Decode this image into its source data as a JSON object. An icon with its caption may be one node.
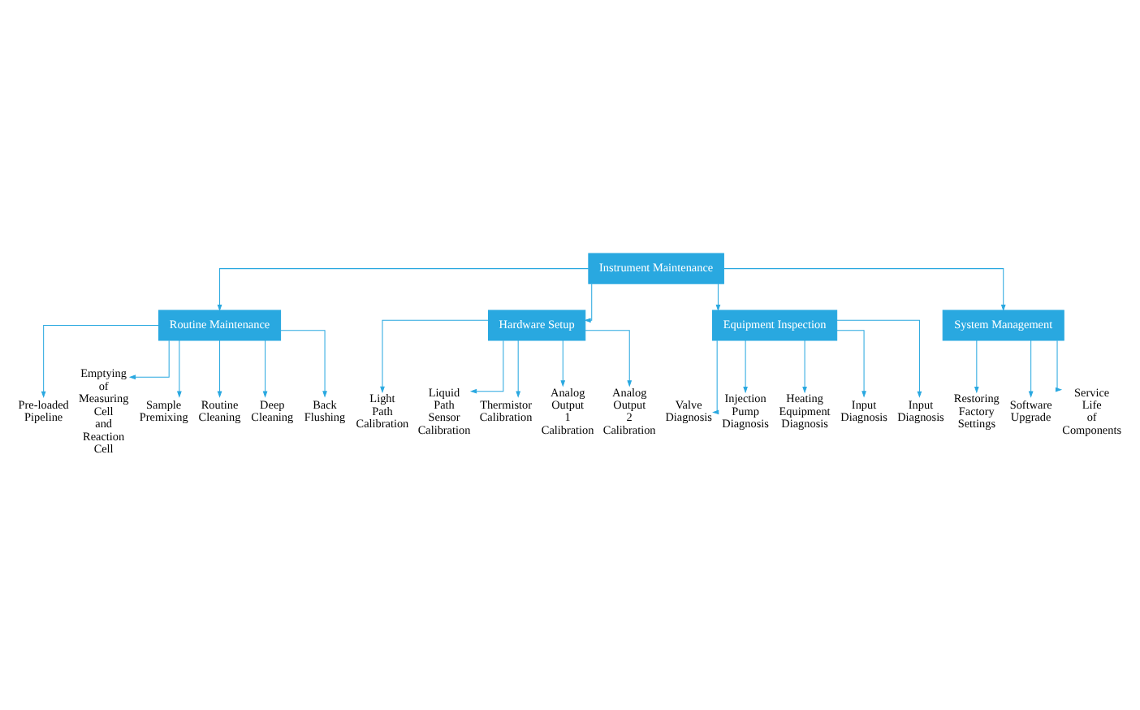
{
  "diagram": {
    "nodes": [
      {
        "text": [
          "Instrument Maintenance"
        ]
      },
      {
        "text": [
          "Routine Maintenance"
        ]
      },
      {
        "text": [
          "Hardware Setup"
        ]
      },
      {
        "text": [
          "Equipment Inspection"
        ]
      },
      {
        "text": [
          "System Management"
        ]
      },
      {
        "text": [
          "Pre-loaded Pipeline"
        ]
      },
      {
        "text": [
          "Emptying of Measuring Cell and Reaction Cell"
        ]
      },
      {
        "text": [
          "Sample Premixing"
        ]
      },
      {
        "text": [
          "Routine Cleaning"
        ]
      },
      {
        "text": [
          "Deep Cleaning"
        ]
      },
      {
        "text": [
          "Back Flushing"
        ]
      },
      {
        "text": [
          "Light Path Calibration"
        ]
      },
      {
        "text": [
          "Liquid Path Sensor Calibration"
        ]
      },
      {
        "text": [
          "Thermistor Calibration"
        ]
      },
      {
        "text": [
          "Analog Output 1 Calibration"
        ]
      },
      {
        "text": [
          "Analog Output 2 Calibration"
        ]
      },
      {
        "text": [
          "Valve Diagnosis"
        ]
      },
      {
        "text": [
          "Injection Pump Diagnosis"
        ]
      },
      {
        "text": [
          "Heating Equipment Diagnosis"
        ]
      },
      {
        "text": [
          "Input Diagnosis"
        ]
      },
      {
        "text": [
          "Input Diagnosis"
        ]
      },
      {
        "text": [
          "Restoring Factory Settings"
        ]
      },
      {
        "text": [
          "Software Upgrade"
        ]
      },
      {
        "text": [
          "Service Life of Components"
        ]
      }
    ],
    "edges": [
      {
        "from": 0,
        "to": 1,
        "arrow": "to"
      },
      {
        "from": 0,
        "to": 2,
        "arrow": "to"
      },
      {
        "from": 0,
        "to": 3,
        "arrow": "to"
      },
      {
        "from": 0,
        "to": 4,
        "arrow": "to"
      },
      {
        "from": 1,
        "to": 5,
        "arrow": "to"
      },
      {
        "from": 1,
        "to": 6,
        "arrow": "to"
      },
      {
        "from": 1,
        "to": 7,
        "arrow": "to"
      },
      {
        "from": 1,
        "to": 8,
        "arrow": "to"
      },
      {
        "from": 1,
        "to": 9,
        "arrow": "to"
      },
      {
        "from": 1,
        "to": 10,
        "arrow": "to"
      },
      {
        "from": 2,
        "to": 11,
        "arrow": "to"
      },
      {
        "from": 2,
        "to": 12,
        "arrow": "to"
      },
      {
        "from": 2,
        "to": 13,
        "arrow": "to"
      },
      {
        "from": 2,
        "to": 14,
        "arrow": "to"
      },
      {
        "from": 2,
        "to": 15,
        "arrow": "to"
      },
      {
        "from": 3,
        "to": 16,
        "arrow": "to"
      },
      {
        "from": 3,
        "to": 17,
        "arrow": "to"
      },
      {
        "from": 3,
        "to": 18,
        "arrow": "to"
      },
      {
        "from": 3,
        "to": 19,
        "arrow": "to"
      },
      {
        "from": 3,
        "to": 20,
        "arrow": "to"
      },
      {
        "from": 4,
        "to": 21,
        "arrow": "to"
      },
      {
        "from": 4,
        "to": 22,
        "arrow": "to"
      },
      {
        "from": 4,
        "to": 23,
        "arrow": "to"
      }
    ]
  }
}
